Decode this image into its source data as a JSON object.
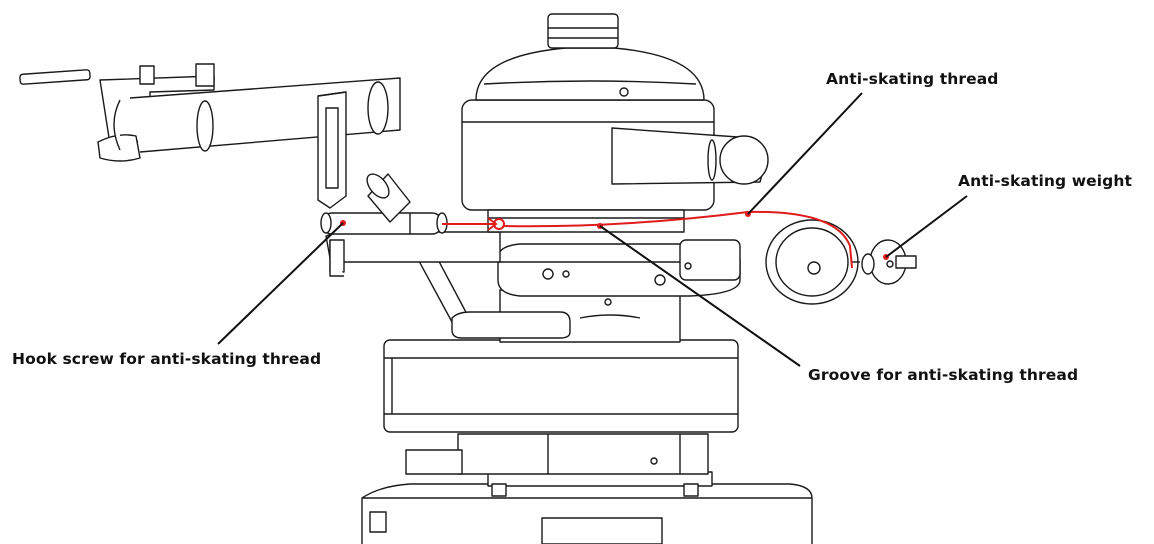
{
  "labels": {
    "anti_skating_thread": "Anti-skating thread",
    "anti_skating_weight": "Anti-skating weight",
    "hook_screw": "Hook screw for anti-skating thread",
    "groove": "Groove for anti-skating thread"
  },
  "colors": {
    "thread": "#e01b1b",
    "outline": "#1a1a1a",
    "background": "#ffffff"
  }
}
